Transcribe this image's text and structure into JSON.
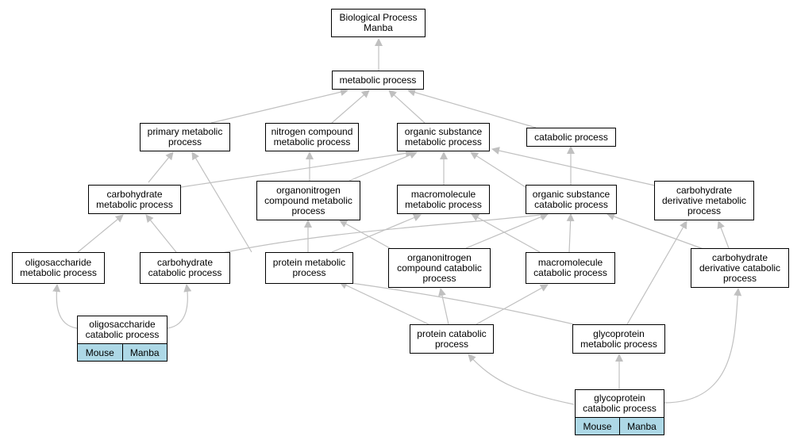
{
  "colors": {
    "edge": "#c0c0c0",
    "node_border": "#000000",
    "tag_fill": "#add8e6"
  },
  "nodes": {
    "bp": "Biological Process\nManba",
    "metabolic": "metabolic process",
    "primary": "primary metabolic\nprocess",
    "nitrogen": "nitrogen compound\nmetabolic process",
    "organic_met": "organic substance\nmetabolic process",
    "catabolic": "catabolic process",
    "carb_met": "carbohydrate\nmetabolic process",
    "organonitrogen_met": "organonitrogen\ncompound metabolic\nprocess",
    "macro_met": "macromolecule\nmetabolic process",
    "organic_cat": "organic substance\ncatabolic process",
    "carb_deriv_met": "carbohydrate\nderivative metabolic\nprocess",
    "oligo_met": "oligosaccharide\nmetabolic process",
    "carb_cat": "carbohydrate\ncatabolic process",
    "protein_met": "protein metabolic\nprocess",
    "organonitrogen_cat": "organonitrogen\ncompound catabolic\nprocess",
    "macro_cat": "macromolecule\ncatabolic process",
    "carb_deriv_cat": "carbohydrate\nderivative catabolic\nprocess",
    "oligo_cat": "oligosaccharide\ncatabolic process",
    "protein_cat": "protein catabolic\nprocess",
    "glyco_met": "glycoprotein\nmetabolic process",
    "glyco_cat": "glycoprotein\ncatabolic process"
  },
  "tags": {
    "oligo_cat": [
      "Mouse",
      "Manba"
    ],
    "glyco_cat": [
      "Mouse",
      "Manba"
    ]
  }
}
